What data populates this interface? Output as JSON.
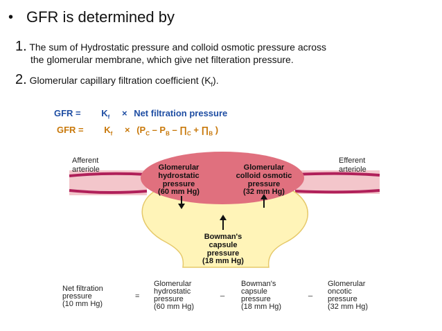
{
  "bullet_symbol": "•",
  "heading": "GFR is determined by",
  "point1": {
    "num": "1.",
    "text": "The sum of Hydrostatic  pressure and colloid osmotic pressure across",
    "cont": "the glomerular membrane, which give net filteration pressure."
  },
  "point2": {
    "num": "2.",
    "text": "Glomerular capillary filtration coefficient (K",
    "sub": "f",
    "end": ")."
  },
  "eq1": {
    "lhs": "GFR  =",
    "k": "K",
    "ksub": "f",
    "times": "×",
    "rhs": "Net filtration pressure"
  },
  "eq2": {
    "lhs": "GFR  =",
    "k": "K",
    "ksub": "f",
    "times": "×",
    "open": "(P",
    "pc_sub": "C",
    "minus1": " – P",
    "pb_sub": "B",
    "minus2": " – ∏",
    "pic_sub": "C",
    "plus": " + ∏",
    "pib_sub": "B",
    "close": " )"
  },
  "diagram": {
    "afferent": [
      "Afferent",
      "arteriole"
    ],
    "efferent": [
      "Efferent",
      "arteriole"
    ],
    "glom_hydro": [
      "Glomerular",
      "hydrostatic",
      "pressure",
      "(60 mm Hg)"
    ],
    "glom_colloid": [
      "Glomerular",
      "colloid osmotic",
      "pressure",
      "(32 mm Hg)"
    ],
    "bowman": [
      "Bowman's",
      "capsule",
      "pressure",
      "(18 mm Hg)"
    ]
  },
  "formula": {
    "net": [
      "Net filtration",
      "pressure",
      "(10 mm Hg)"
    ],
    "eq": "=",
    "term1": [
      "Glomerular",
      "hydrostatic",
      "pressure",
      "(60 mm Hg)"
    ],
    "minus": "_",
    "term2": [
      "Bowman's",
      "capsule",
      "pressure",
      "(18 mm Hg)"
    ],
    "term3": [
      "Glomerular",
      "oncotic",
      "pressure",
      "(32 mm Hg)"
    ]
  },
  "colors": {
    "blue": "#1f4ea3",
    "orange": "#c8780a",
    "glomerulus": "#e0707e",
    "capsule": "#fff4b8",
    "vessel": "#f3c6cb",
    "vessel_dark": "#b0205a"
  }
}
